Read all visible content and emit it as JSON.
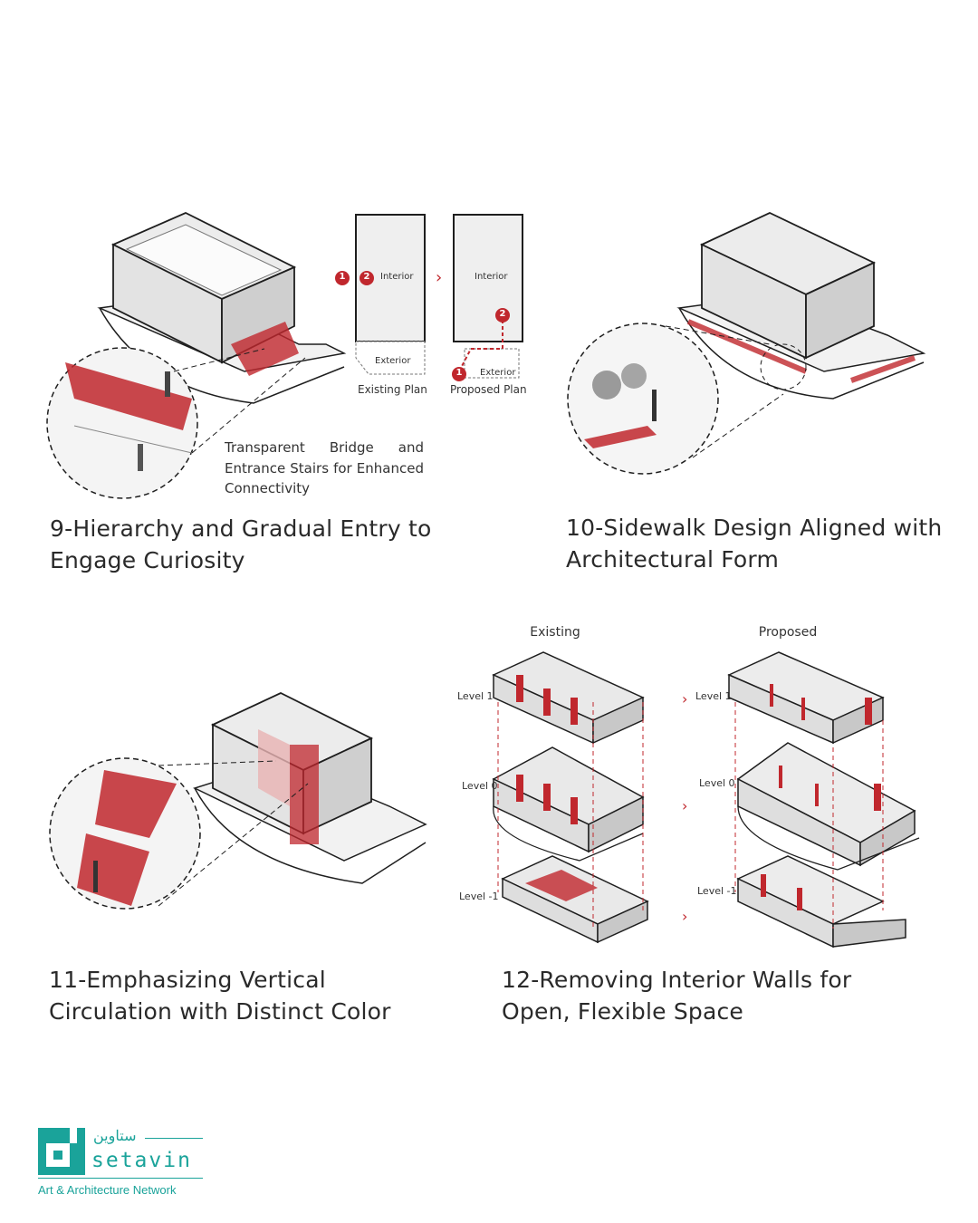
{
  "panels": {
    "p9": {
      "caption": "9-Hierarchy and Gradual Entry to Engage Curiosity",
      "note": "Transparent Bridge and Entrance Stairs for Enhanced Connectivity",
      "existing_plan": {
        "label": "Existing Plan",
        "interior": "Interior",
        "exterior": "Exterior",
        "markers": [
          "1",
          "2"
        ]
      },
      "proposed_plan": {
        "label": "Proposed Plan",
        "interior": "Interior",
        "exterior": "Exterior",
        "markers": [
          "1",
          "2"
        ]
      },
      "arrow": "›"
    },
    "p10": {
      "caption": "10-Sidewalk Design Aligned with Architectural Form"
    },
    "p11": {
      "caption": "11-Emphasizing Vertical Circulation with Distinct Color"
    },
    "p12": {
      "caption": "12-Removing Interior Walls for Open, Flexible Space",
      "existing_heading": "Existing",
      "proposed_heading": "Proposed",
      "levels": [
        "Level 1",
        "Level 0",
        "Level -1"
      ],
      "arrow": "›"
    }
  },
  "logo": {
    "name_top": "ستاوین",
    "name_latin": "setavin",
    "tagline": "Art & Architecture Network"
  },
  "colors": {
    "accent_red": "#c0272d",
    "logo_teal": "#1aa39a",
    "line": "#1e1e1e"
  }
}
